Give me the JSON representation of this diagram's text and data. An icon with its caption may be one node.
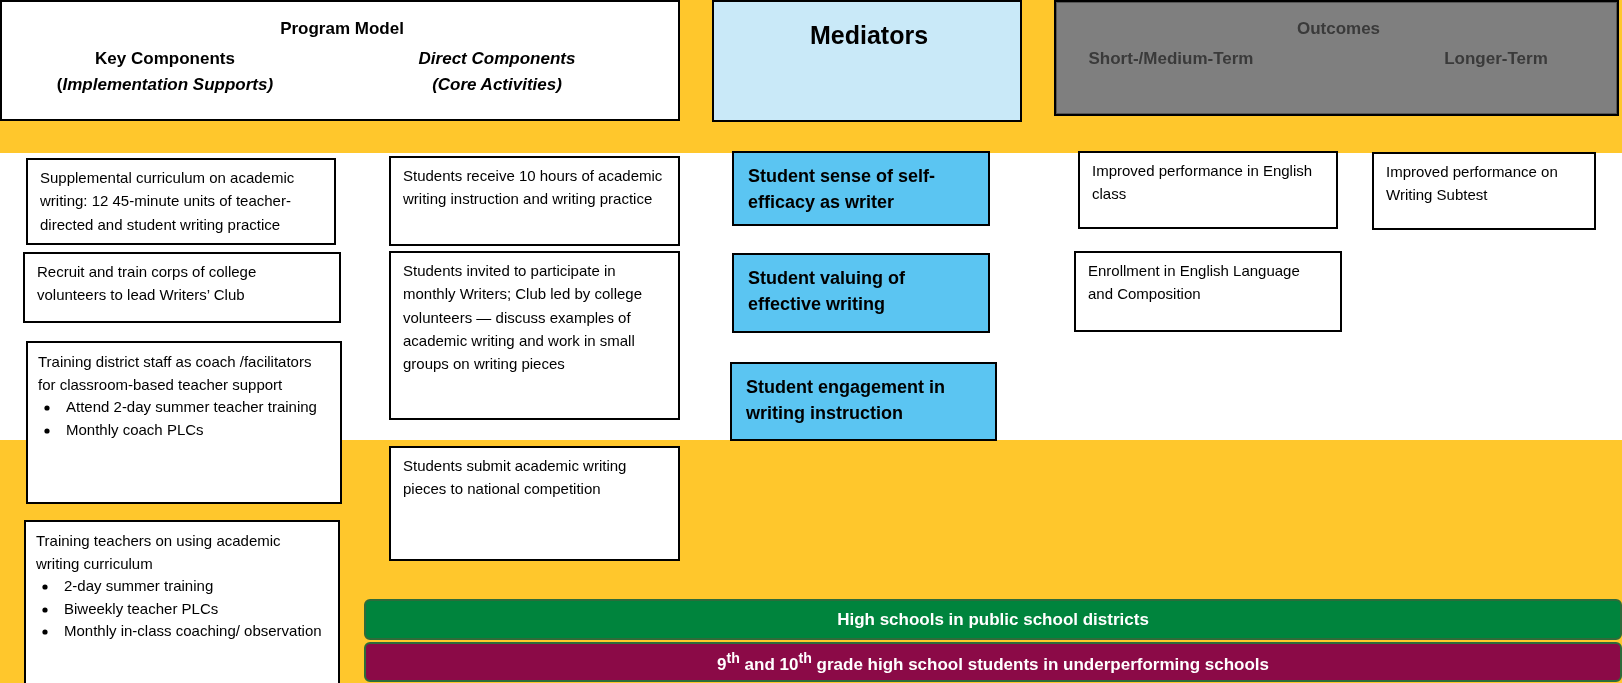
{
  "diagram": {
    "nodes": [
      {
        "text": [
          "Program Model",
          "Key Components (*Implementation Supports)*",
          "Direct Components (Core Activities)"
        ]
      },
      {
        "text": [
          "Mediators"
        ]
      },
      {
        "text": [
          "Outcomes",
          "Short-/Medium-Term",
          "Longer-Term"
        ]
      },
      {
        "text": [
          "Supplemental curriculum on academic writing: 12 45-minute units of teacher-directed and student writing practice"
        ]
      },
      {
        "text": [
          "Recruit and train corps of college volunteers to lead Writers’ Club"
        ]
      },
      {
        "text": [
          "Training district staff as coach /facilitators for classroom-based teacher support",
          "Attend 2-day summer teacher training",
          "Monthly coach PLCs"
        ]
      },
      {
        "text": [
          "Training teachers on using academic writing curriculum",
          "2-day summer training",
          "Biweekly teacher PLCs",
          "Monthly in-class coaching/ observation"
        ]
      },
      {
        "text": [
          "Students receive 10 hours of academic writing instruction and writing practice"
        ]
      },
      {
        "text": [
          "Students invited to participate in monthly Writers; Club led by college volunteers — discuss examples of academic writing and work in small groups on writing pieces"
        ]
      },
      {
        "text": [
          "Students submit academic writing pieces to national competition"
        ]
      },
      {
        "text": [
          "Student sense of self-efficacy as writer"
        ]
      },
      {
        "text": [
          "Student valuing of effective writing"
        ]
      },
      {
        "text": [
          "Student engagement in writing instruction"
        ]
      },
      {
        "text": [
          "Improved performance in English class"
        ]
      },
      {
        "text": [
          "Enrollment in English Language and Composition"
        ]
      },
      {
        "text": [
          "Improved performance on Writing Subtest"
        ]
      },
      {
        "text": [
          "High schools in public school districts"
        ]
      },
      {
        "text": [
          "9$^{th}$ and 10$^{th}$ grade high school students in underperforming schools"
        ]
      }
    ]
  }
}
